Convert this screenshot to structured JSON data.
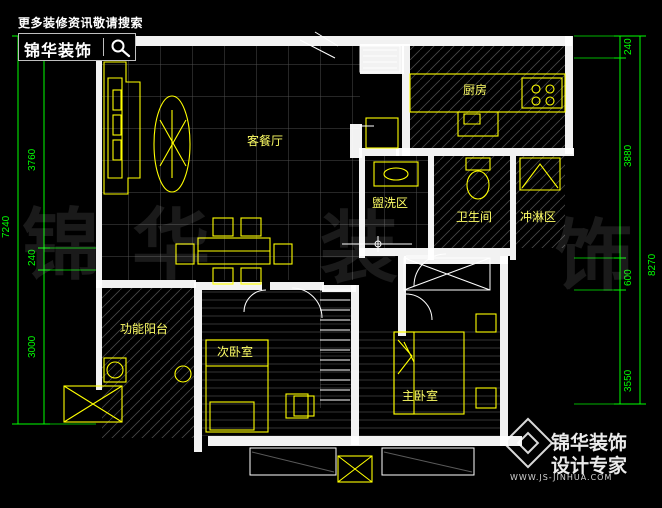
{
  "banner": {
    "text": "更多装修资讯敬请搜索",
    "search_brand": "锦华装饰"
  },
  "rooms": {
    "living": "客餐厅",
    "kitchen": "厨房",
    "wash": "盥洗区",
    "toilet": "卫生间",
    "shower": "冲淋区",
    "balcony": "功能阳台",
    "second_bedroom": "次卧室",
    "master_bedroom": "主卧室"
  },
  "dimensions": {
    "left_total": "7240",
    "left_top": "3760",
    "left_mid": "240",
    "left_bottom": "3000",
    "right_top": "240",
    "right_mid": "3880",
    "right_small": "600",
    "right_total": "8270",
    "right_bottom": "3550"
  },
  "watermark": {
    "chars": [
      "锦",
      "华",
      "装",
      "饰"
    ]
  },
  "brand": {
    "name": "锦华装饰",
    "tagline": "设计专家",
    "url": "WWW.JS-JINHUA.COM"
  },
  "icons": {
    "search": "search-icon",
    "logo": "brand-logo-icon"
  },
  "colors": {
    "background": "#000000",
    "walls": "#ffffff",
    "dimension": "#00ff00",
    "text": "#ffff66",
    "furniture": "#ffff00"
  }
}
